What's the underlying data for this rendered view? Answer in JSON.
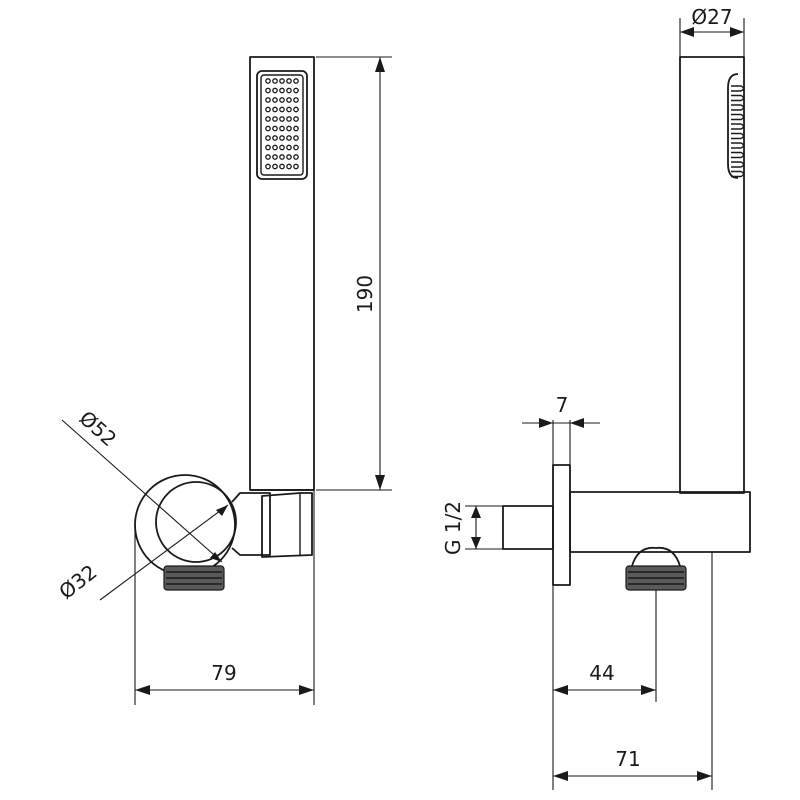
{
  "dimensions": {
    "diameter_head": "Ø27",
    "handle_length": "190",
    "diameter_outer": "Ø52",
    "diameter_inner": "Ø32",
    "width_front": "79",
    "flange_thickness": "7",
    "thread": "G 1/2",
    "outlet_offset": "44",
    "total_depth": "71"
  },
  "colors": {
    "line": "#1a1a1a",
    "knurl": "#5a5a5a",
    "background": "#ffffff"
  }
}
